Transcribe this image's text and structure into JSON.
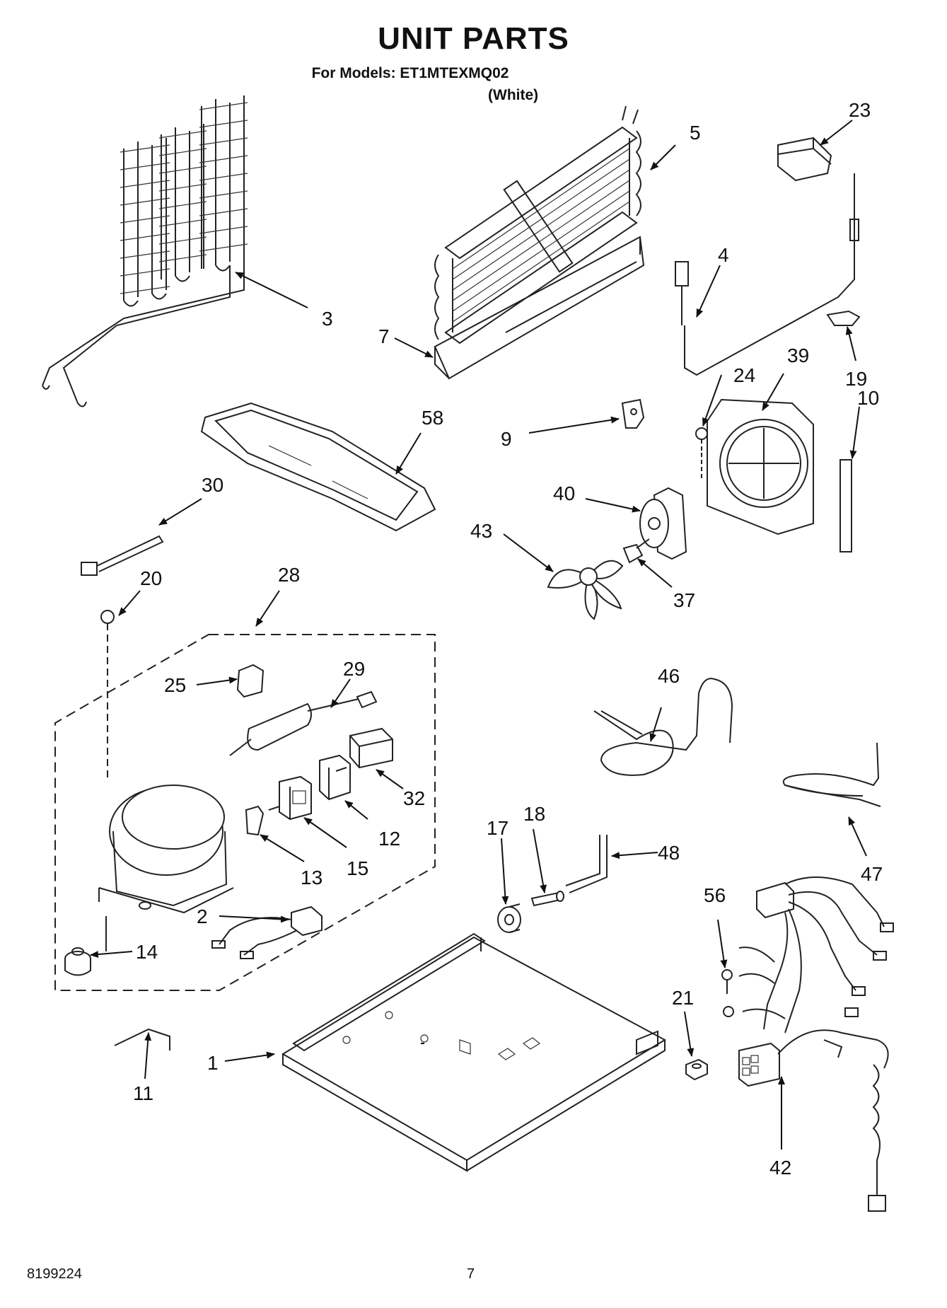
{
  "header": {
    "title": "UNIT PARTS",
    "models_line": "For Models: ET1MTEXMQ02",
    "variant": "(White)"
  },
  "footer": {
    "doc_number": "8199224",
    "page_number": "7"
  },
  "callouts": {
    "c1": "1",
    "c2": "2",
    "c3": "3",
    "c4": "4",
    "c5": "5",
    "c7": "7",
    "c9": "9",
    "c10": "10",
    "c11": "11",
    "c12": "12",
    "c13": "13",
    "c14": "14",
    "c15": "15",
    "c17": "17",
    "c18": "18",
    "c19": "19",
    "c20": "20",
    "c21": "21",
    "c23": "23",
    "c24": "24",
    "c25": "25",
    "c28": "28",
    "c29": "29",
    "c30": "30",
    "c32": "32",
    "c37": "37",
    "c39": "39",
    "c40": "40",
    "c42": "42",
    "c43": "43",
    "c46": "46",
    "c47": "47",
    "c48": "48",
    "c56": "56",
    "c58": "58"
  }
}
